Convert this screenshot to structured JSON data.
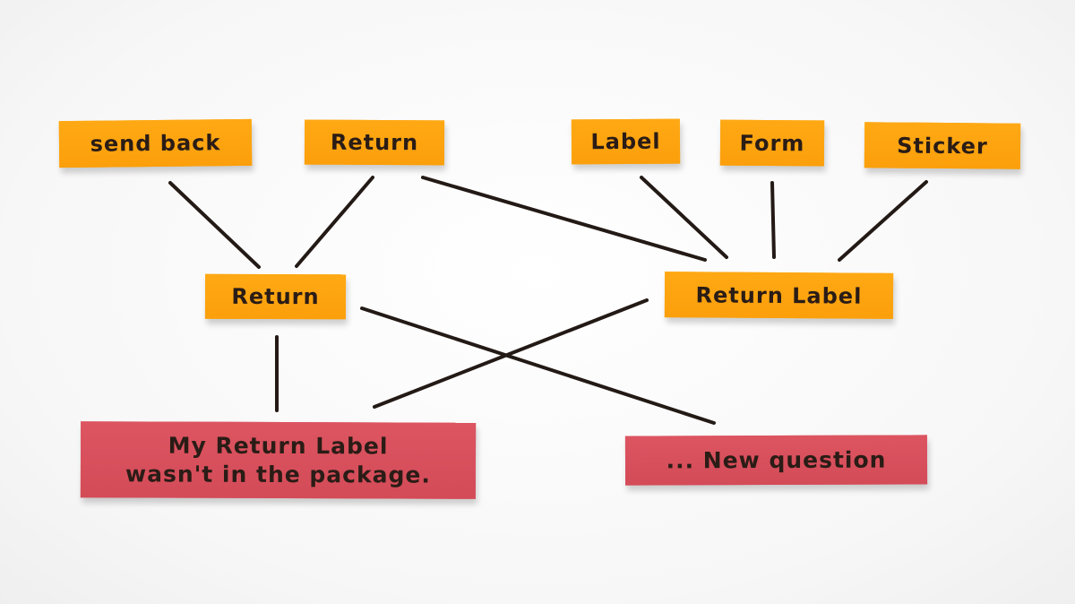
{
  "diagram": {
    "top_row": [
      {
        "id": "send-back",
        "label": "send back",
        "color": "#ffa914"
      },
      {
        "id": "return-top",
        "label": "Return",
        "color": "#ffa914"
      },
      {
        "id": "label",
        "label": "Label",
        "color": "#ffa914"
      },
      {
        "id": "form",
        "label": "Form",
        "color": "#ffa914"
      },
      {
        "id": "sticker",
        "label": "Sticker",
        "color": "#ffa914"
      }
    ],
    "middle_row": [
      {
        "id": "return-mid",
        "label": "Return",
        "color": "#ffa914"
      },
      {
        "id": "return-label",
        "label": "Return Label",
        "color": "#ffa914"
      }
    ],
    "bottom_row": [
      {
        "id": "question-1",
        "label": "My Return Label\nwasn't in the package.",
        "color": "#dc5561"
      },
      {
        "id": "question-2",
        "label": "... New question",
        "color": "#dc5561"
      }
    ],
    "connections": [
      [
        "send-back",
        "return-mid"
      ],
      [
        "return-top",
        "return-mid"
      ],
      [
        "return-top",
        "return-label"
      ],
      [
        "label",
        "return-label"
      ],
      [
        "form",
        "return-label"
      ],
      [
        "sticker",
        "return-label"
      ],
      [
        "return-mid",
        "question-1"
      ],
      [
        "return-mid",
        "question-2"
      ],
      [
        "return-label",
        "question-1"
      ]
    ],
    "line_color": "#231a16"
  }
}
